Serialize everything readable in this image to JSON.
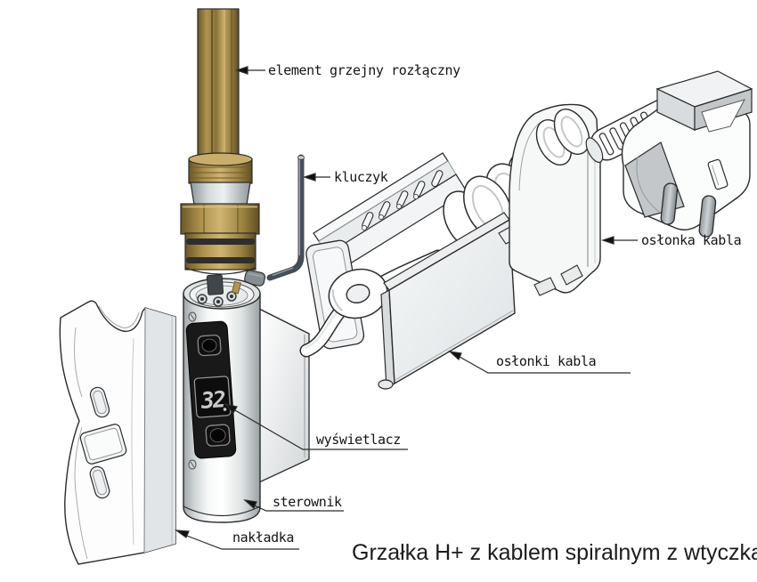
{
  "diagram": {
    "caption": "Grzałka H+ z kablem spiralnym z wtyczką",
    "display_value": "32",
    "labels": {
      "heating_element": "element grzejny rozłączny",
      "key": "kluczyk",
      "cable_cover": "osłonka kabla",
      "cable_covers": "osłonki kabla",
      "display": "wyświetlacz",
      "controller": "sterownik",
      "cap": "nakładka"
    },
    "colors": {
      "background": "#ffffff",
      "outline": "#2b2b2b",
      "brass": "#ab8f4f",
      "metal_gray": "#c6cacc",
      "display_bg": "#191919",
      "display_digits": "#c9c9c9"
    }
  }
}
